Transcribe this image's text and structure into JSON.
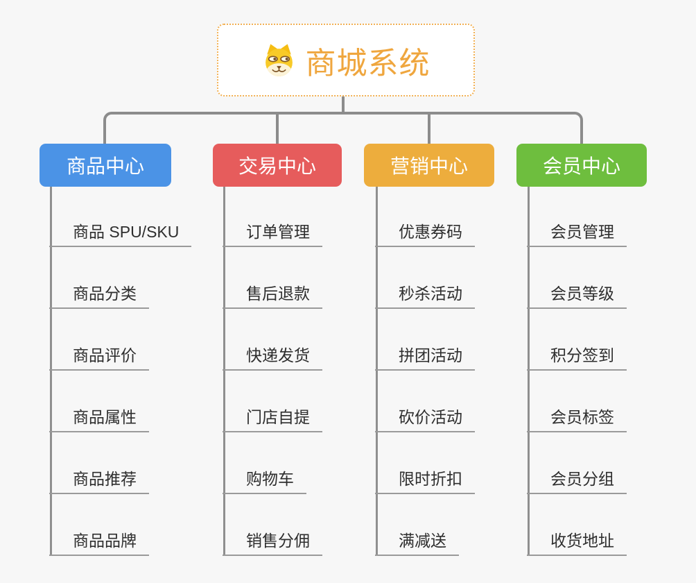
{
  "root": {
    "title": "商城系统",
    "icon": "dog-face-icon",
    "title_color": "#efa63e",
    "border_color": "#f2b052"
  },
  "connector_color": "#8c8c8c",
  "underline_color": "#9a9a9a",
  "leaf_text_color": "#2e2e2e",
  "background_color": "#f7f7f7",
  "branches": [
    {
      "label": "商品中心",
      "color": "#4b93e6",
      "children": [
        "商品 SPU/SKU",
        "商品分类",
        "商品评价",
        "商品属性",
        "商品推荐",
        "商品品牌"
      ]
    },
    {
      "label": "交易中心",
      "color": "#e65c5c",
      "children": [
        "订单管理",
        "售后退款",
        "快递发货",
        "门店自提",
        "购物车",
        "销售分佣"
      ]
    },
    {
      "label": "营销中心",
      "color": "#edad3d",
      "children": [
        "优惠券码",
        "秒杀活动",
        "拼团活动",
        "砍价活动",
        "限时折扣",
        "满减送"
      ]
    },
    {
      "label": "会员中心",
      "color": "#6ebe3e",
      "children": [
        "会员管理",
        "会员等级",
        "积分签到",
        "会员标签",
        "会员分组",
        "收货地址"
      ]
    }
  ]
}
